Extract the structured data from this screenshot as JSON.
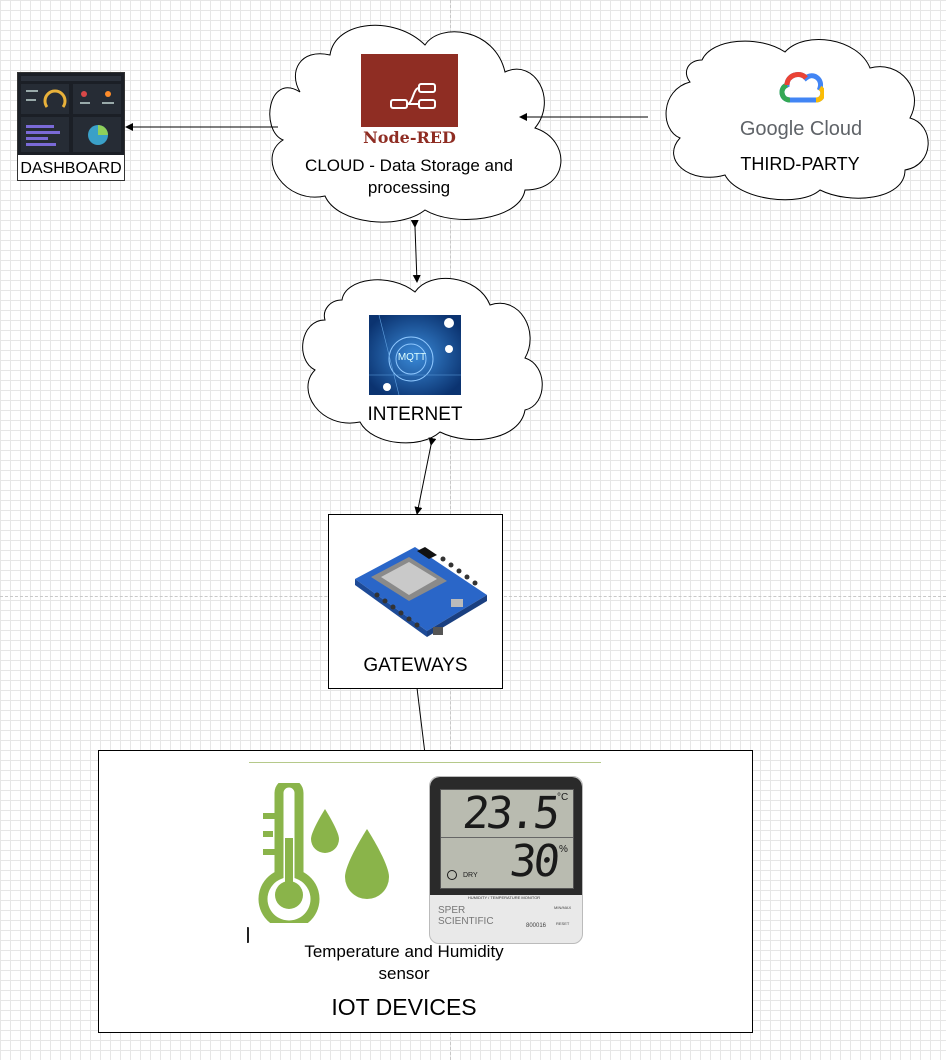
{
  "dashboard": {
    "label": "DASHBOARD"
  },
  "cloud": {
    "logo_text": "Node-RED",
    "label": "CLOUD - Data Storage and processing"
  },
  "third_party": {
    "logo_text": "Google Cloud",
    "label": "THIRD-PARTY"
  },
  "internet": {
    "logo_text": "MQTT",
    "label": "INTERNET"
  },
  "gateways": {
    "label": "GATEWAYS"
  },
  "iot": {
    "sensor_label": "Temperature and Humidity sensor",
    "label": "IOT DEVICES",
    "thermo": {
      "temperature": "23.5",
      "temp_unit": "°C",
      "humidity": "30",
      "humidity_unit": "%",
      "dry_label": "DRY",
      "model_caption": "HUMIDITY / TEMPERATURE MONITOR",
      "brand": "SPER SCIENTIFIC",
      "model": "800016",
      "btn_maxmin": "MIN/MAX",
      "btn_reset": "RESET"
    }
  },
  "colors": {
    "nodered": "#8f2d23",
    "sensor_green": "#8ab44a",
    "mqtt_blue": "#1e5aa0"
  }
}
